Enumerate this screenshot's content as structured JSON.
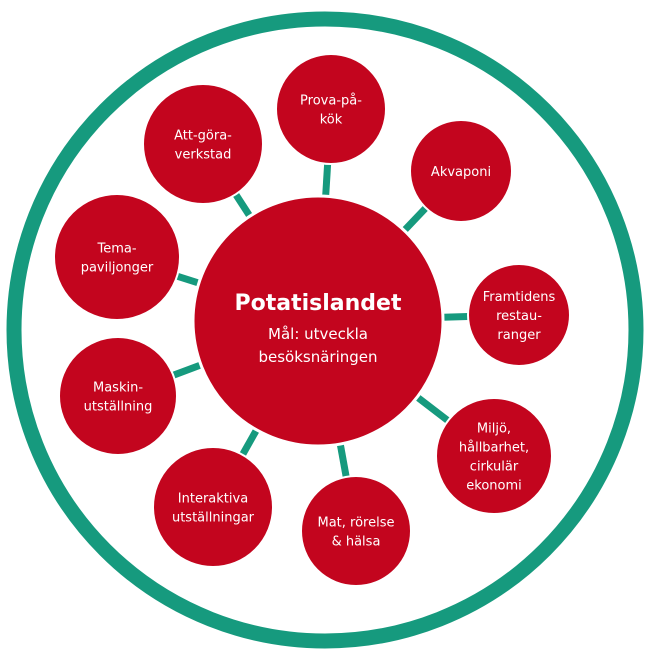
{
  "colors": {
    "ring": "#169a7e",
    "node": "#c3051e",
    "node_stroke": "#ffffff",
    "text": "#ffffff"
  },
  "center": {
    "title": "Potatislandet",
    "subtitle_lines": [
      "Mål: utveckla",
      "besöksnäringen"
    ]
  },
  "nodes": [
    {
      "id": "prova-pa-kok",
      "lines": [
        "Prova-på-",
        "kök"
      ]
    },
    {
      "id": "akvaponi",
      "lines": [
        "Akvaponi"
      ]
    },
    {
      "id": "framtidens-restauranger",
      "lines": [
        "Framtidens",
        "restau-",
        "ranger"
      ]
    },
    {
      "id": "miljo",
      "lines": [
        "Miljö,",
        "hållbarhet,",
        "cirkulär",
        "ekonomi"
      ]
    },
    {
      "id": "mat-rorelse-halsa",
      "lines": [
        "Mat, rörelse",
        "& hälsa"
      ]
    },
    {
      "id": "interaktiva-utstallningar",
      "lines": [
        "Interaktiva",
        "utställningar"
      ]
    },
    {
      "id": "maskin-utstallning",
      "lines": [
        "Maskin-",
        "utställning"
      ]
    },
    {
      "id": "tema-paviljonger",
      "lines": [
        "Tema-",
        "paviljonger"
      ]
    },
    {
      "id": "att-gora-verkstad",
      "lines": [
        "Att-göra-",
        "verkstad"
      ]
    }
  ]
}
